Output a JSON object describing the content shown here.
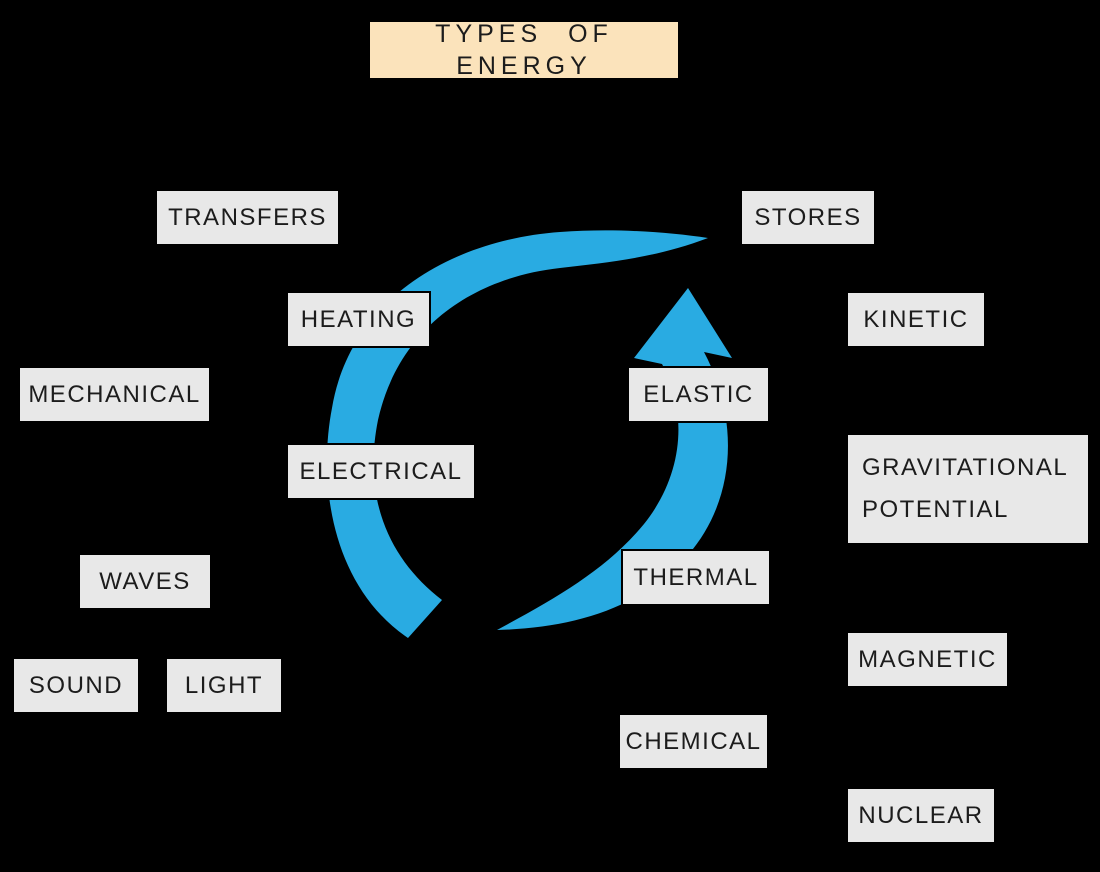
{
  "title": {
    "label": "TYPES OF ENERGY"
  },
  "colors": {
    "background": "#000000",
    "box_fill": "#E8E8E8",
    "title_fill": "#FBE3BB",
    "border": "#000000",
    "arrow": "#29ABE2",
    "text": "#1C1C1C"
  },
  "sections": {
    "transfers": {
      "heading": "TRANSFERS",
      "items": [
        "HEATING",
        "MECHANICAL",
        "ELECTRICAL",
        "WAVES",
        "SOUND",
        "LIGHT"
      ]
    },
    "stores": {
      "heading": "STORES",
      "items": [
        "KINETIC",
        "ELASTIC",
        "GRAVITATIONAL POTENTIAL",
        "THERMAL",
        "MAGNETIC",
        "CHEMICAL",
        "NUCLEAR"
      ]
    }
  },
  "arrows": {
    "description": "two blue curved arrows forming an energy cycle",
    "color": "#29ABE2"
  }
}
